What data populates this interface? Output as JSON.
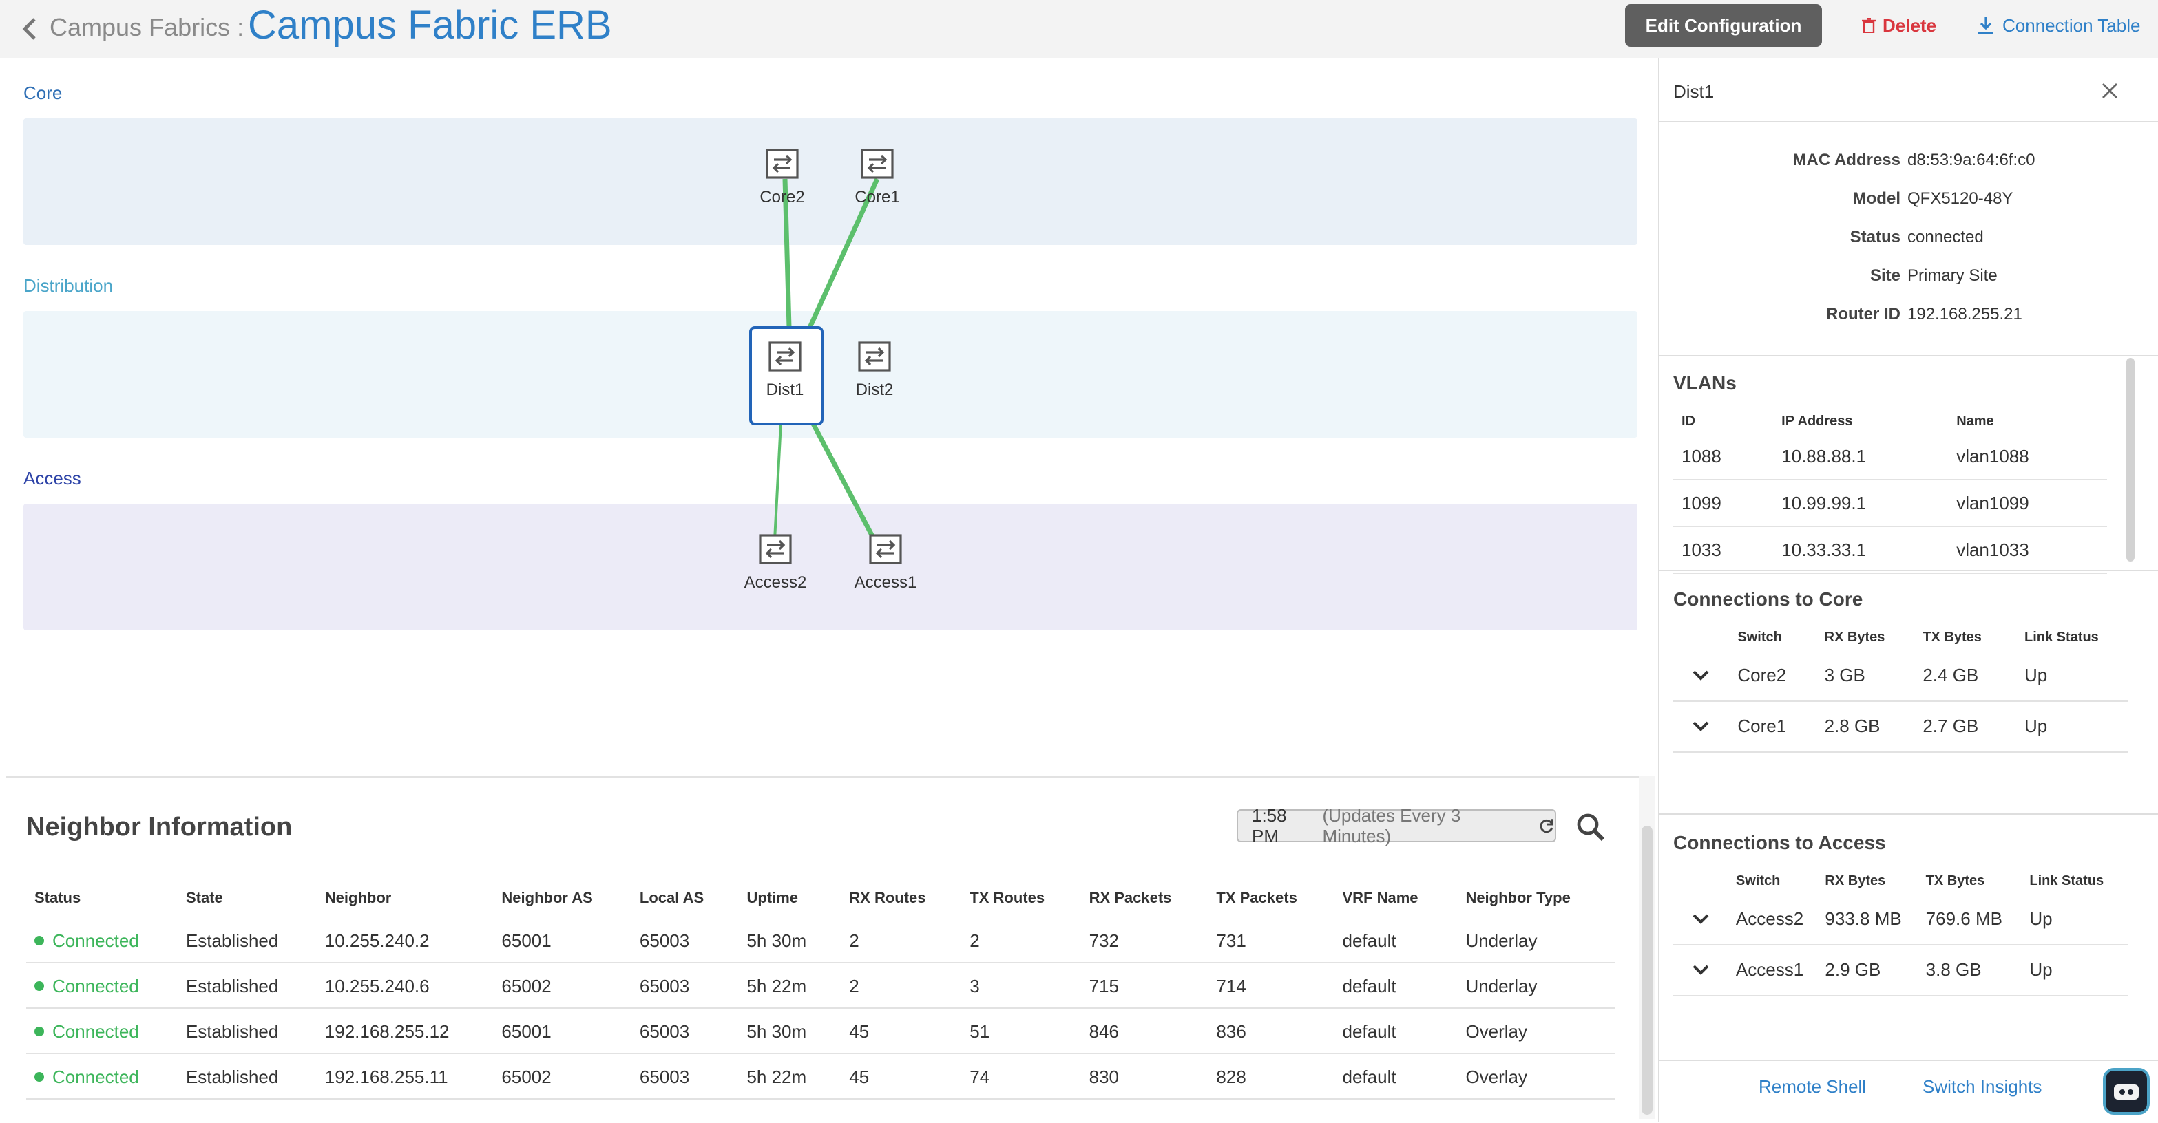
{
  "header": {
    "breadcrumb": "Campus Fabrics :",
    "title": "Campus Fabric ERB",
    "edit_label": "Edit Configuration",
    "delete_label": "Delete",
    "connection_table_label": "Connection Table"
  },
  "topology": {
    "layers": {
      "core": "Core",
      "distribution": "Distribution",
      "access": "Access"
    },
    "layer_colors": {
      "core": "#e9f0f7",
      "distribution": "#eef6fa",
      "access": "#ecebf7"
    },
    "label_colors": {
      "core": "#2f6fb5",
      "distribution": "#4aa5c9",
      "access": "#2e44a8"
    },
    "link_color": "#5cbf6c",
    "nodes": {
      "core2": "Core2",
      "core1": "Core1",
      "dist1": "Dist1",
      "dist2": "Dist2",
      "access2": "Access2",
      "access1": "Access1"
    },
    "selected": "Dist1"
  },
  "neighbors": {
    "title": "Neighbor Information",
    "time": "1:58 PM",
    "update_note": "(Updates Every 3 Minutes)",
    "columns": [
      "Status",
      "State",
      "Neighbor",
      "Neighbor AS",
      "Local AS",
      "Uptime",
      "RX Routes",
      "TX Routes",
      "RX Packets",
      "TX Packets",
      "VRF Name",
      "Neighbor Type"
    ],
    "rows": [
      {
        "status": "Connected",
        "state": "Established",
        "neighbor": "10.255.240.2",
        "neighbor_as": "65001",
        "local_as": "65003",
        "uptime": "5h 30m",
        "rx_routes": "2",
        "tx_routes": "2",
        "rx_packets": "732",
        "tx_packets": "731",
        "vrf": "default",
        "type": "Underlay"
      },
      {
        "status": "Connected",
        "state": "Established",
        "neighbor": "10.255.240.6",
        "neighbor_as": "65002",
        "local_as": "65003",
        "uptime": "5h 22m",
        "rx_routes": "2",
        "tx_routes": "3",
        "rx_packets": "715",
        "tx_packets": "714",
        "vrf": "default",
        "type": "Underlay"
      },
      {
        "status": "Connected",
        "state": "Established",
        "neighbor": "192.168.255.12",
        "neighbor_as": "65001",
        "local_as": "65003",
        "uptime": "5h 30m",
        "rx_routes": "45",
        "tx_routes": "51",
        "rx_packets": "846",
        "tx_packets": "836",
        "vrf": "default",
        "type": "Overlay"
      },
      {
        "status": "Connected",
        "state": "Established",
        "neighbor": "192.168.255.11",
        "neighbor_as": "65002",
        "local_as": "65003",
        "uptime": "5h 22m",
        "rx_routes": "45",
        "tx_routes": "74",
        "rx_packets": "830",
        "tx_packets": "828",
        "vrf": "default",
        "type": "Overlay"
      }
    ]
  },
  "panel": {
    "title": "Dist1",
    "details": [
      {
        "key": "MAC Address",
        "value": "d8:53:9a:64:6f:c0"
      },
      {
        "key": "Model",
        "value": "QFX5120-48Y"
      },
      {
        "key": "Status",
        "value": "connected"
      },
      {
        "key": "Site",
        "value": "Primary Site"
      },
      {
        "key": "Router ID",
        "value": "192.168.255.21"
      }
    ],
    "vlans": {
      "title": "VLANs",
      "columns": [
        "ID",
        "IP Address",
        "Name"
      ],
      "rows": [
        {
          "id": "1088",
          "ip": "10.88.88.1",
          "name": "vlan1088"
        },
        {
          "id": "1099",
          "ip": "10.99.99.1",
          "name": "vlan1099"
        },
        {
          "id": "1033",
          "ip": "10.33.33.1",
          "name": "vlan1033"
        }
      ]
    },
    "core_conn": {
      "title": "Connections to Core",
      "columns": [
        "Switch",
        "RX Bytes",
        "TX Bytes",
        "Link Status"
      ],
      "rows": [
        {
          "switch": "Core2",
          "rx": "3 GB",
          "tx": "2.4 GB",
          "status": "Up"
        },
        {
          "switch": "Core1",
          "rx": "2.8 GB",
          "tx": "2.7 GB",
          "status": "Up"
        }
      ]
    },
    "access_conn": {
      "title": "Connections to Access",
      "columns": [
        "Switch",
        "RX Bytes",
        "TX Bytes",
        "Link Status"
      ],
      "rows": [
        {
          "switch": "Access2",
          "rx": "933.8 MB",
          "tx": "769.6 MB",
          "status": "Up"
        },
        {
          "switch": "Access1",
          "rx": "2.9 GB",
          "tx": "3.8 GB",
          "status": "Up"
        }
      ]
    },
    "remote_shell": "Remote Shell",
    "switch_insights": "Switch Insights"
  }
}
